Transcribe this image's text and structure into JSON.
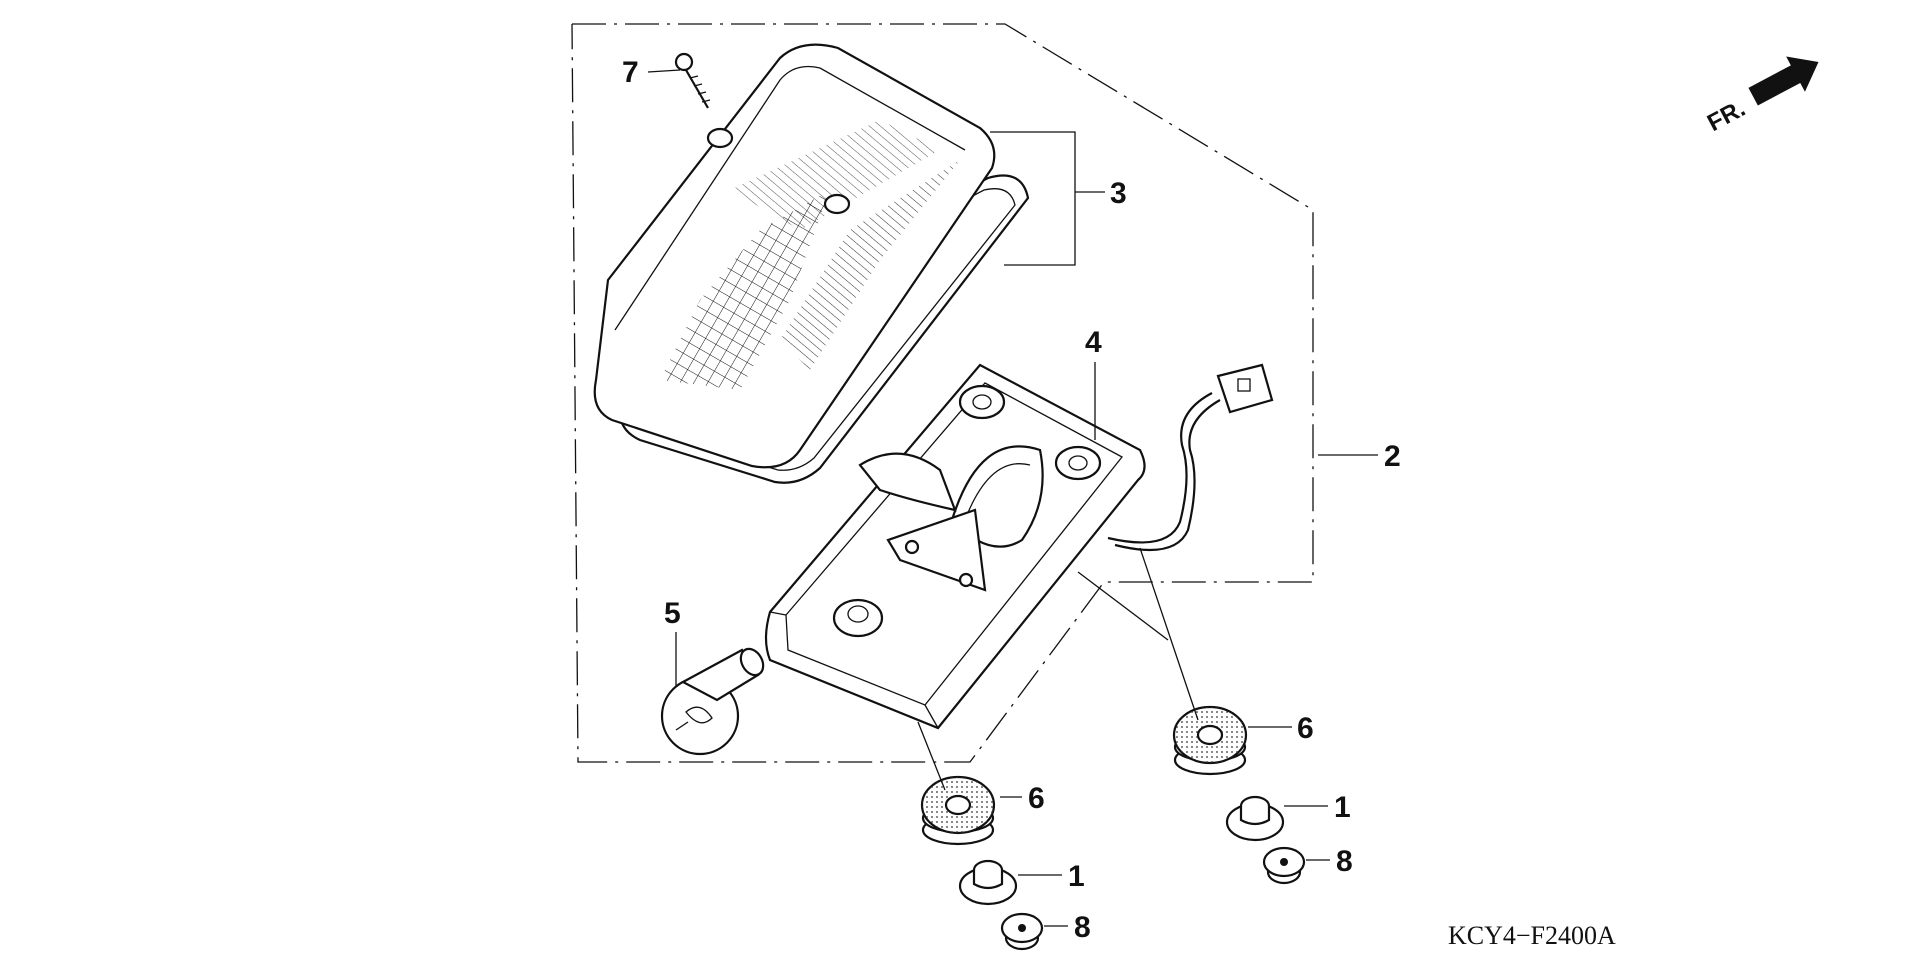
{
  "diagram": {
    "part_code": "KCY4−F2400A",
    "direction_marker": "FR.",
    "callouts": {
      "1a": "1",
      "1b": "1",
      "2": "2",
      "3": "3",
      "4": "4",
      "5": "5",
      "6a": "6",
      "6b": "6",
      "7": "7",
      "8a": "8",
      "8b": "8"
    }
  }
}
